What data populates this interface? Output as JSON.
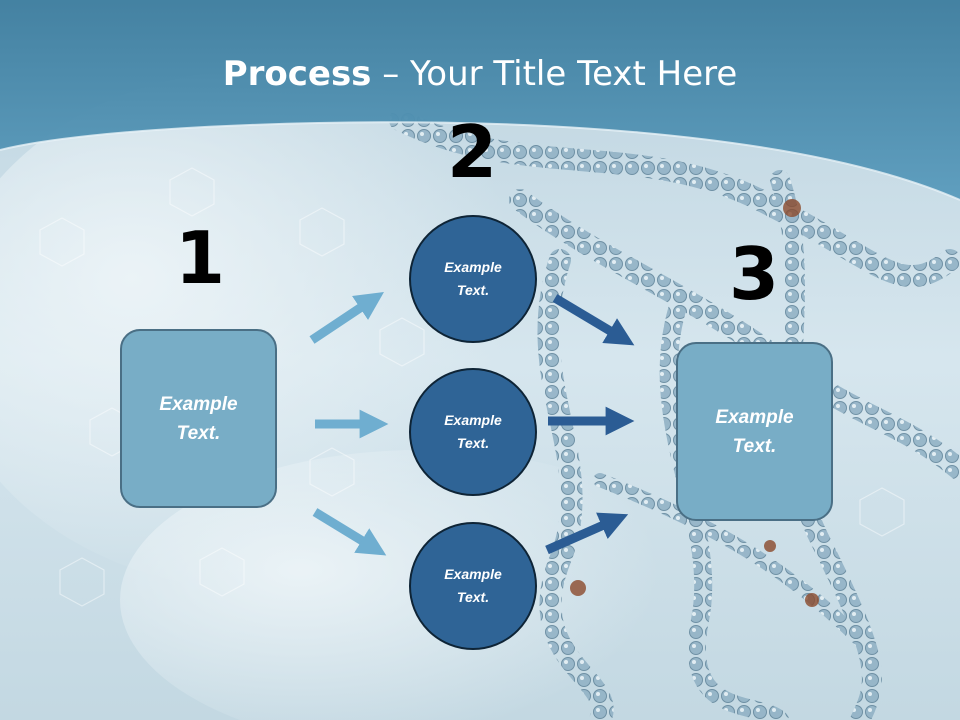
{
  "title": {
    "bold": "Process",
    "rest": " – Your Title Text Here"
  },
  "steps": [
    {
      "number": "1",
      "boxes": [
        "Example\nText."
      ]
    },
    {
      "number": "2",
      "boxes": [
        "Example\nText.",
        "Example\nText.",
        "Example\nText."
      ]
    },
    {
      "number": "3",
      "boxes": [
        "Example\nText."
      ]
    }
  ],
  "colors": {
    "header_band": "#4f8fb0",
    "light_box": "#78adc6",
    "dark_circle": "#2f6496",
    "light_arrow": "#6faed0",
    "dark_arrow": "#2b5c94"
  }
}
